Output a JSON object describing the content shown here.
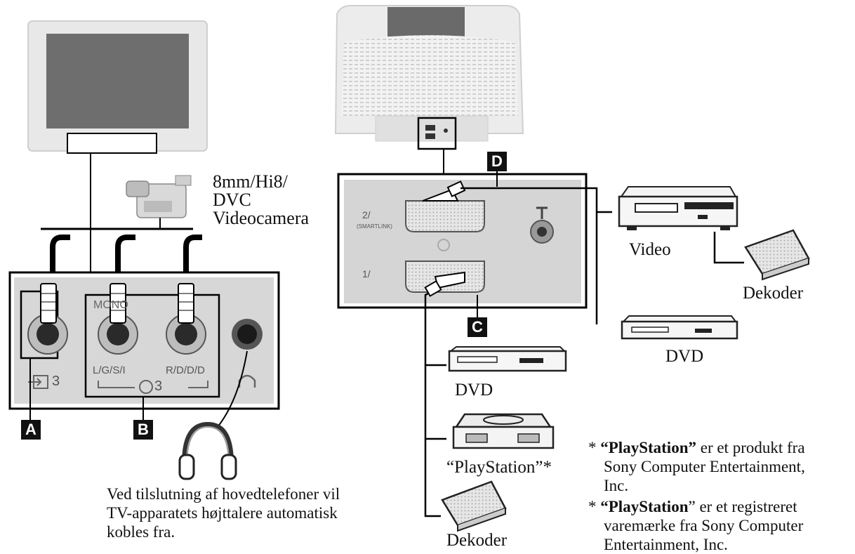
{
  "badges": {
    "a": "A",
    "b": "B",
    "c": "C",
    "d": "D"
  },
  "camera": {
    "line1": "8mm/Hi8/",
    "line2": "DVC",
    "line3": "Videocamera"
  },
  "left_panel": {
    "port3": "3",
    "mono": "MONO",
    "left_jack": "L/G/S/I",
    "right_jack": "R/D/D/D",
    "group3": "3"
  },
  "right_panel": {
    "scart2": "2/",
    "smartlink": "(SMARTLINK)",
    "scart1": "1/"
  },
  "devices": {
    "video": "Video",
    "dekoder_right": "Dekoder",
    "dvd_right": "DVD",
    "dvd_left": "DVD",
    "playstation": "“PlayStation”*",
    "dekoder_bottom": "Dekoder"
  },
  "headphone_note": {
    "line1": "Ved tilslutning af hovedtelefoner vil",
    "line2": "TV-apparatets højttalere automatisk",
    "line3": "kobles fra."
  },
  "footnotes": {
    "n1_star": "* ",
    "n1_bold": "“PlayStation”",
    "n1_rest": " er et produkt fra",
    "n1_line2": "Sony Computer Entertainment,",
    "n1_line3": "Inc.",
    "n2_star": "* ",
    "n2_bold": "“PlayStation",
    "n2_rest": "” er et registreret",
    "n2_line2": "varemærke fra Sony Computer",
    "n2_line3": "Entertainment, Inc."
  }
}
